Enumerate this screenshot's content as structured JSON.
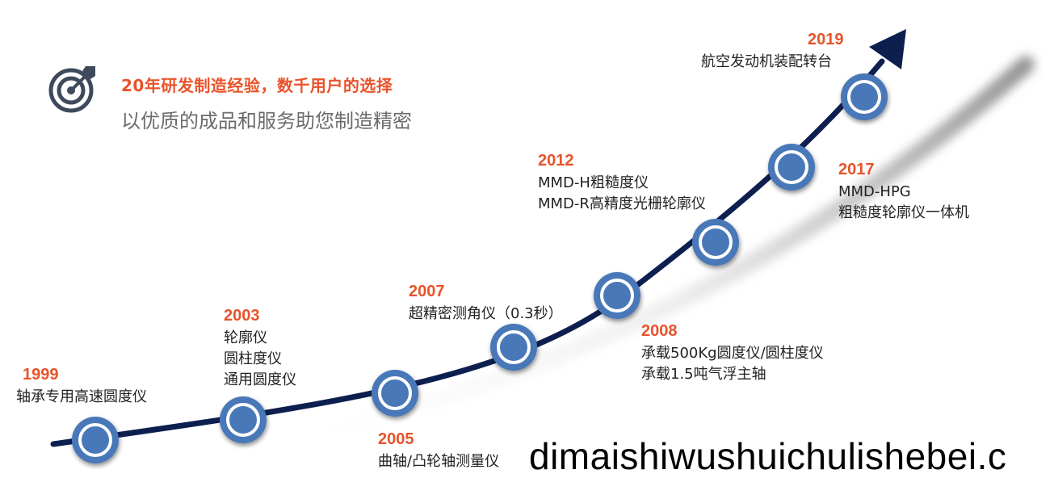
{
  "header": {
    "tagline": "20年研发制造经验，数千用户的选择",
    "subtitle": "以优质的成品和服务助您制造精密"
  },
  "icon": "target-arrow-icon",
  "colors": {
    "accent": "#e8532b",
    "curve": "#0d1f4f",
    "node_fill": "#4a78b8",
    "node_ring": "#ffffff"
  },
  "milestones": [
    {
      "year": "1999",
      "items": [
        "轴承专用高速圆度仪"
      ]
    },
    {
      "year": "2003",
      "items": [
        "轮廓仪",
        "圆柱度仪",
        "通用圆度仪"
      ]
    },
    {
      "year": "2005",
      "items": [
        "曲轴/凸轮轴测量仪"
      ]
    },
    {
      "year": "2007",
      "items": [
        "超精密测角仪（0.3秒）"
      ]
    },
    {
      "year": "2008",
      "items": [
        "承载500Kg圆度仪/圆柱度仪",
        "承载1.5吨气浮主轴"
      ]
    },
    {
      "year": "2012",
      "items": [
        "MMD-H粗糙度仪",
        "MMD-R高精度光栅轮廓仪"
      ]
    },
    {
      "year": "2017",
      "items": [
        "MMD-HPG",
        "粗糙度轮廓仪一体机"
      ]
    },
    {
      "year": "2019",
      "items": [
        "航空发动机装配转台"
      ]
    }
  ],
  "watermark": "dimaishiwushuichulishebei.c"
}
